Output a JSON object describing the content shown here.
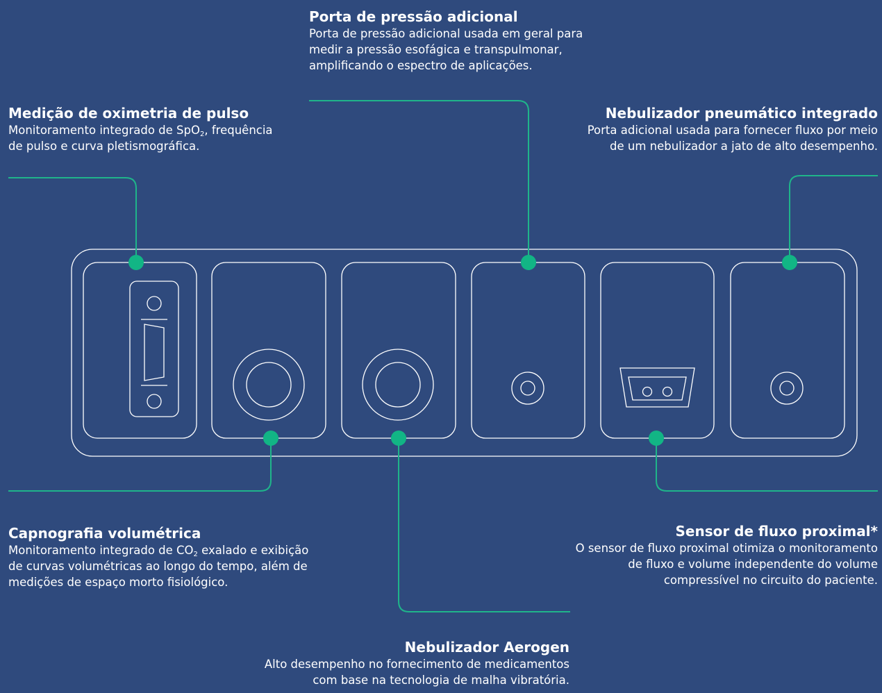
{
  "colors": {
    "background": "#2f4a7d",
    "line": "#1fb58a",
    "dot": "#12b585",
    "outline": "#ffffff",
    "text": "#ffffff"
  },
  "callouts": {
    "pressure_port": {
      "title": "Porta de pressão adicional",
      "line1": "Porta de pressão adicional usada em geral para",
      "line2": "medir a pressão esofágica e transpulmonar,",
      "line3": "amplificando o espectro de aplicações."
    },
    "oximetry": {
      "title": "Medição de oximetria de pulso",
      "line1_pre": "Monitoramento integrado de SpO",
      "line1_sub": "2",
      "line1_post": ", frequência",
      "line2": "de pulso e curva pletismográfica."
    },
    "pneumatic_nebulizer": {
      "title": "Nebulizador pneumático integrado",
      "line1": "Porta adicional usada para fornecer fluxo por meio",
      "line2": "de um nebulizador a jato de alto desempenho."
    },
    "capnography": {
      "title": "Capnografia volumétrica",
      "line1_pre": "Monitoramento integrado de CO",
      "line1_sub": "2",
      "line1_post": " exalado e exibição",
      "line2": "de curvas volumétricas ao longo do tempo, além de",
      "line3": "medições de espaço morto fisiológico."
    },
    "flow_sensor": {
      "title": "Sensor de fluxo proximal*",
      "line1": "O sensor de fluxo proximal otimiza o monitoramento",
      "line2": "de fluxo e volume independente do volume",
      "line3": "compressível no circuito do paciente."
    },
    "aerogen": {
      "title": "Nebulizador Aerogen",
      "line1": "Alto desempenho no fornecimento de medicamentos",
      "line2": "com base na tecnologia de malha vibratória."
    }
  },
  "icons": [
    "spo2-connector-icon",
    "co2-port-icon",
    "aerogen-port-icon",
    "pressure-port-icon",
    "flow-sensor-connector-icon",
    "nebulizer-port-icon"
  ]
}
